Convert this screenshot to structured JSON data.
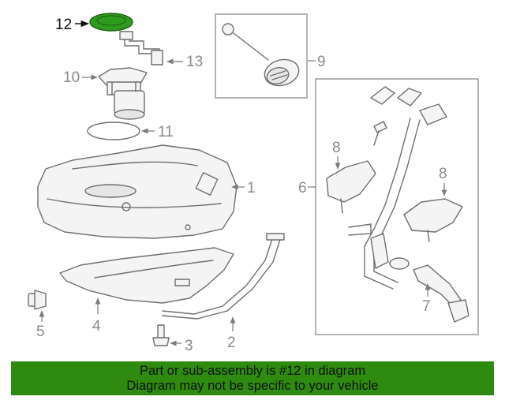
{
  "callouts": {
    "c1": "1",
    "c2": "2",
    "c3": "3",
    "c4": "4",
    "c5": "5",
    "c6": "6",
    "c7": "7",
    "c8a": "8",
    "c8b": "8",
    "c9": "9",
    "c10": "10",
    "c11": "11",
    "c12": "12",
    "c13": "13"
  },
  "highlight": {
    "part": "12",
    "color": "#2e9a1e"
  },
  "footer": {
    "line1": "Part or sub-assembly is #12 in diagram",
    "line2": "Diagram may not be specific to your vehicle",
    "background": "#2e8b10"
  }
}
